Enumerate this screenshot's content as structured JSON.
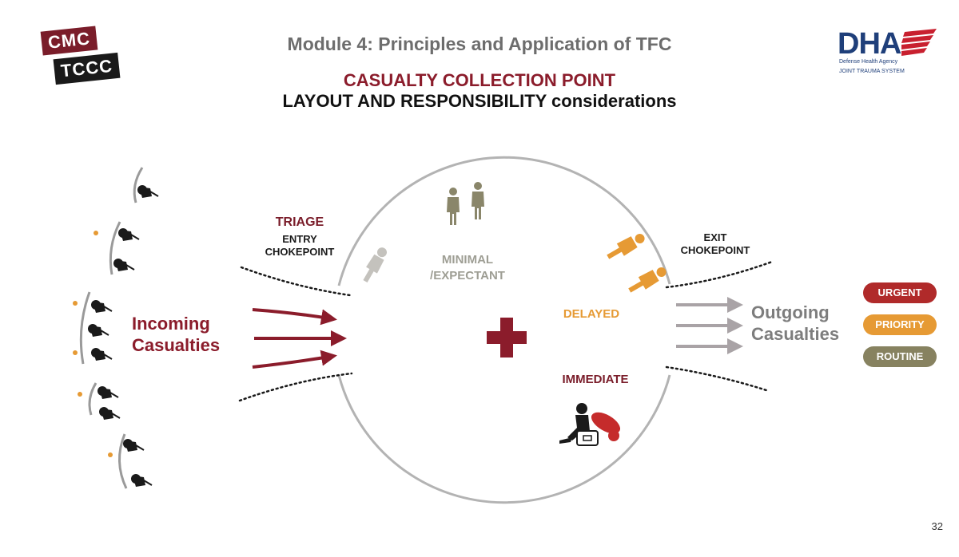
{
  "header": {
    "logo_left": {
      "line1": "CMC",
      "line2": "TCCC"
    },
    "module_title": "Module 4: Principles and Application of TFC",
    "title": "CASUALTY COLLECTION POINT",
    "subtitle": "LAYOUT AND RESPONSIBILITY considerations",
    "logo_right": {
      "letters": "DHA",
      "name": "Defense Health Agency",
      "system": "JOINT TRAUMA SYSTEM"
    }
  },
  "diagram": {
    "triage_label": "TRIAGE",
    "entry_label_line1": "ENTRY",
    "entry_label_line2": "CHOKEPOINT",
    "exit_label_line1": "EXIT",
    "exit_label_line2": "CHOKEPOINT",
    "incoming_line1": "Incoming",
    "incoming_line2": "Casualties",
    "outgoing_line1": "Outgoing",
    "outgoing_line2": "Casualties",
    "minimal_line1": "MINIMAL",
    "minimal_line2": "/EXPECTANT",
    "delayed_label": "DELAYED",
    "immediate_label": "IMMEDIATE"
  },
  "priorities": [
    {
      "label": "URGENT",
      "color": "#b02a2a"
    },
    {
      "label": "PRIORITY",
      "color": "#e69a34"
    },
    {
      "label": "ROUTINE",
      "color": "#878260"
    }
  ],
  "colors": {
    "maroon": "#8b1c2b",
    "minimal": "#9e9e94",
    "delayed": "#e69a34",
    "immediate": "#b02a2a",
    "outgoing_arrow": "#a9a3a6"
  },
  "page_number": "32"
}
